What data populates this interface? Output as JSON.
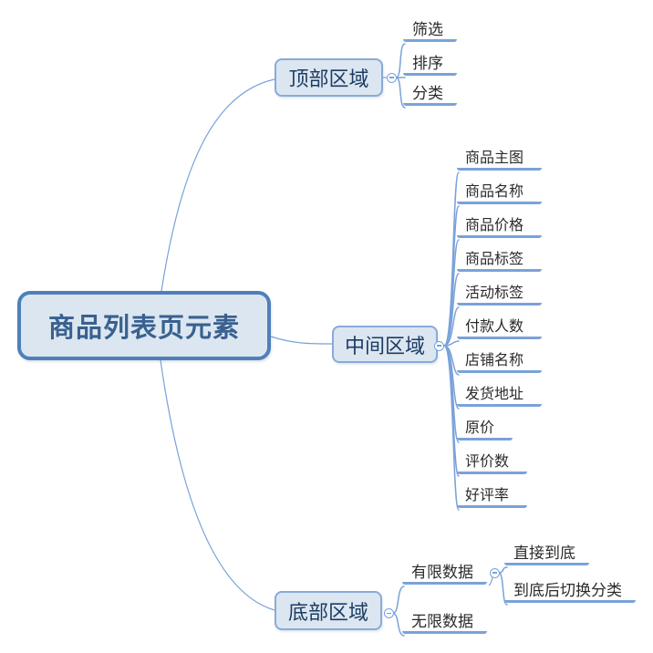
{
  "colors": {
    "background": "#ffffff",
    "node_fill": "#dce6f1",
    "root_border": "#4d80bb",
    "root_text": "#38618f",
    "branch_border": "#87abd9",
    "branch_text": "#1d3c63",
    "leaf_text": "#2b2b2b",
    "line_blue": "#7aa2d9"
  },
  "icons": {
    "collapse": "minus-circle-icon"
  },
  "mindmap": {
    "root": {
      "label": "商品列表页元素"
    },
    "branches": [
      {
        "label": "顶部区域",
        "children": [
          {
            "label": "筛选"
          },
          {
            "label": "排序"
          },
          {
            "label": "分类"
          }
        ]
      },
      {
        "label": "中间区域",
        "children": [
          {
            "label": "商品主图"
          },
          {
            "label": "商品名称"
          },
          {
            "label": "商品价格"
          },
          {
            "label": "商品标签"
          },
          {
            "label": "活动标签"
          },
          {
            "label": "付款人数"
          },
          {
            "label": "店铺名称"
          },
          {
            "label": "发货地址"
          },
          {
            "label": "原价"
          },
          {
            "label": "评价数"
          },
          {
            "label": "好评率"
          }
        ]
      },
      {
        "label": "底部区域",
        "children": [
          {
            "label": "有限数据",
            "children": [
              {
                "label": "直接到底"
              },
              {
                "label": "到底后切换分类"
              }
            ]
          },
          {
            "label": "无限数据"
          }
        ]
      }
    ]
  }
}
